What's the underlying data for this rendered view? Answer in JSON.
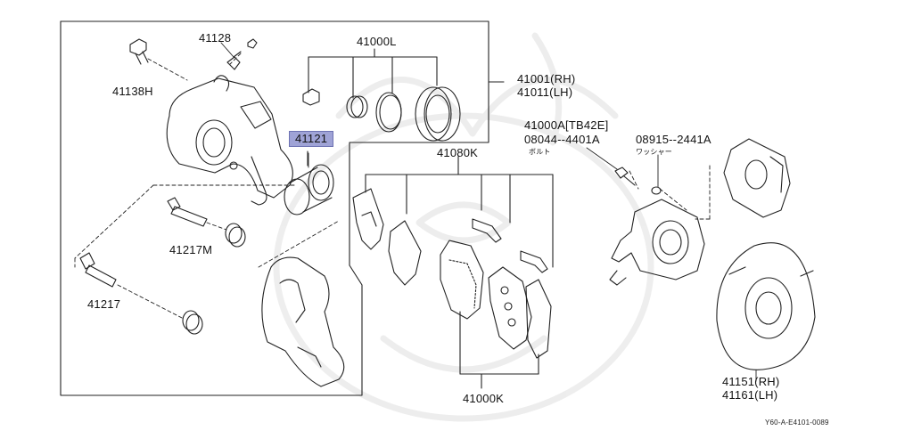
{
  "diagram": {
    "labels": {
      "p41128": "41128",
      "p41000L": "41000L",
      "p41138H": "41138H",
      "p41001": "41001(RH)",
      "p41011": "41011(LH)",
      "p41121": "41121",
      "p41000A": "41000A[TB42E]",
      "p08044": "08044--4401A",
      "bolt_jp": "ボルト",
      "p08915": "08915--2441A",
      "washer_jp": "ワッシャー",
      "p41080K": "41080K",
      "p41217M": "41217M",
      "p41217": "41217",
      "p41000K": "41000K",
      "p41151": "41151(RH)",
      "p41161": "41161(LH)",
      "ref_code": "Y60-A-E4101-0089"
    },
    "highlight_color": "#9fa3d6"
  }
}
